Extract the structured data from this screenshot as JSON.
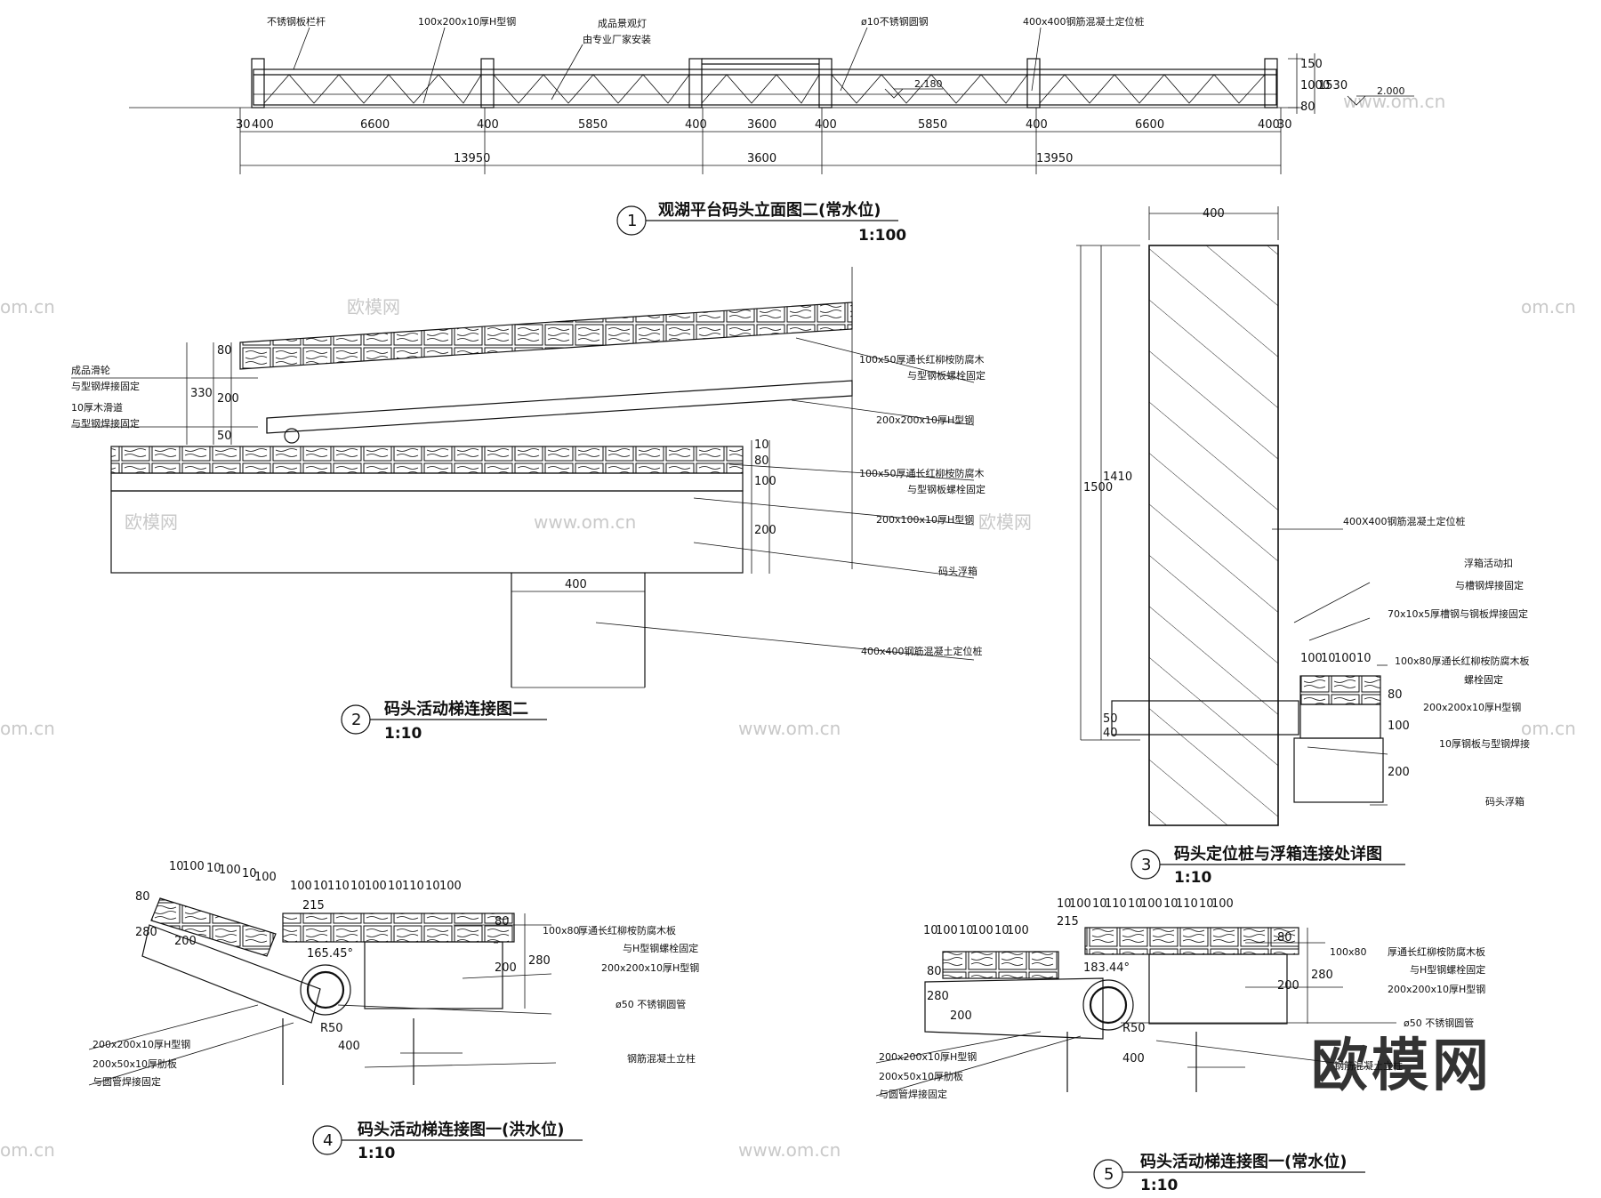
{
  "watermarks": {
    "site": "www.om.cn",
    "short": "om.cn",
    "brand": "欧模网"
  },
  "fig1": {
    "num": "1",
    "title": "观湖平台码头立面图二(常水位)",
    "scale": "1:100",
    "labels": [
      "不锈钢板栏杆",
      "100x200x10厚H型钢",
      "成品景观灯",
      "由专业厂家安装",
      "ø10不锈钢圆钢",
      "400x400钢筋混凝土定位桩"
    ],
    "levels": [
      "2.180",
      "2.000"
    ],
    "dims_row1": [
      "30",
      "400",
      "6600",
      "400",
      "5850",
      "400",
      "3600",
      "400",
      "5850",
      "400",
      "6600",
      "400",
      "30"
    ],
    "dims_row2": [
      "13950",
      "3600",
      "13950"
    ],
    "dims_right": [
      "150",
      "1000",
      "80",
      "1530"
    ]
  },
  "fig2": {
    "num": "2",
    "title": "码头活动梯连接图二",
    "scale": "1:10",
    "labels": [
      "成品滑轮",
      "与型钢焊接固定",
      "10厚木滑道",
      "与型钢焊接固定",
      "100x50厚通长红柳桉防腐木",
      "与型钢板螺栓固定",
      "200x200x10厚H型钢",
      "100x50厚通长红柳桉防腐木",
      "与型钢板螺栓固定",
      "200x100x10厚H型钢",
      "码头浮箱",
      "400x400钢筋混凝土定位桩"
    ],
    "dims": [
      "80",
      "330",
      "200",
      "50",
      "10",
      "80",
      "100",
      "200",
      "400"
    ]
  },
  "fig3": {
    "num": "3",
    "title": "码头定位桩与浮箱连接处详图",
    "scale": "1:10",
    "labels": [
      "400X400钢筋混凝土定位桩",
      "浮箱活动扣",
      "与槽钢焊接固定",
      "70x10x5厚槽钢与钢板焊接固定",
      "100x80厚通长红柳桉防腐木板",
      "螺栓固定",
      "200x200x10厚H型钢",
      "10厚钢板与型钢焊接",
      "码头浮箱"
    ],
    "dims": [
      "400",
      "1410",
      "1500",
      "50",
      "40",
      "100",
      "10",
      "100",
      "10",
      "80",
      "100",
      "200"
    ]
  },
  "fig4": {
    "num": "4",
    "title": "码头活动梯连接图一(洪水位)",
    "scale": "1:10",
    "labels": [
      "100x80",
      "厚通长红柳桉防腐木板",
      "与H型钢螺栓固定",
      "200x200x10厚H型钢",
      "ø50  不锈钢圆管",
      "钢筋混凝土立柱",
      "200x200x10厚H型钢",
      "200x50x10厚肋板",
      "与圆管焊接固定"
    ],
    "dims_top_left": [
      "10",
      "100",
      "10",
      "100",
      "10",
      "100"
    ],
    "dims_top_right": [
      "100",
      "10",
      "110",
      "10",
      "100",
      "10",
      "110",
      "10",
      "100"
    ],
    "dims_misc": [
      "215",
      "165.45°",
      "80",
      "280",
      "200",
      "80",
      "200",
      "280",
      "R50",
      "400"
    ]
  },
  "fig5": {
    "num": "5",
    "title": "码头活动梯连接图一(常水位)",
    "scale": "1:10",
    "labels": [
      "100x80",
      "厚通长红柳桉防腐木板",
      "与H型钢螺栓固定",
      "200x200x10厚H型钢",
      "ø50  不锈钢圆管",
      "钢筋混凝土立柱",
      "200x200x10厚H型钢",
      "200x50x10厚肋板",
      "与圆管焊接固定"
    ],
    "dims_top_left": [
      "10",
      "100",
      "10",
      "100",
      "10",
      "100"
    ],
    "dims_top_right": [
      "10",
      "100",
      "10",
      "110",
      "10",
      "100",
      "10",
      "110",
      "10",
      "100"
    ],
    "dims_misc": [
      "215",
      "183.44°",
      "80",
      "280",
      "200",
      "80",
      "200",
      "280",
      "R50",
      "400"
    ]
  }
}
